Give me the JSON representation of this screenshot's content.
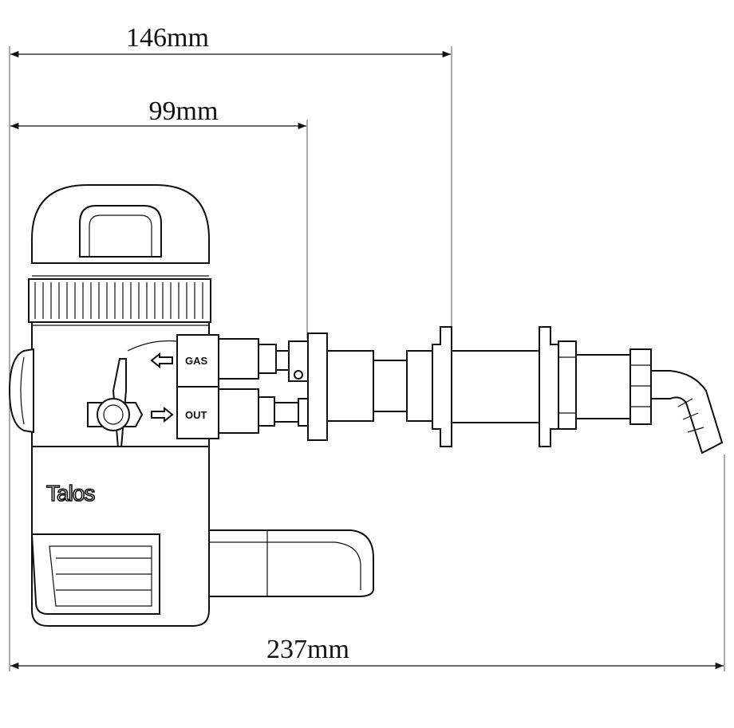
{
  "dimensions": {
    "overall_width": "146mm",
    "inlet_width": "99mm",
    "total_length": "237mm"
  },
  "labels": {
    "gas_port": "GAS",
    "out_port": "OUT",
    "brand": "Talos"
  },
  "colors": {
    "line": "#111111",
    "background": "#ffffff"
  }
}
